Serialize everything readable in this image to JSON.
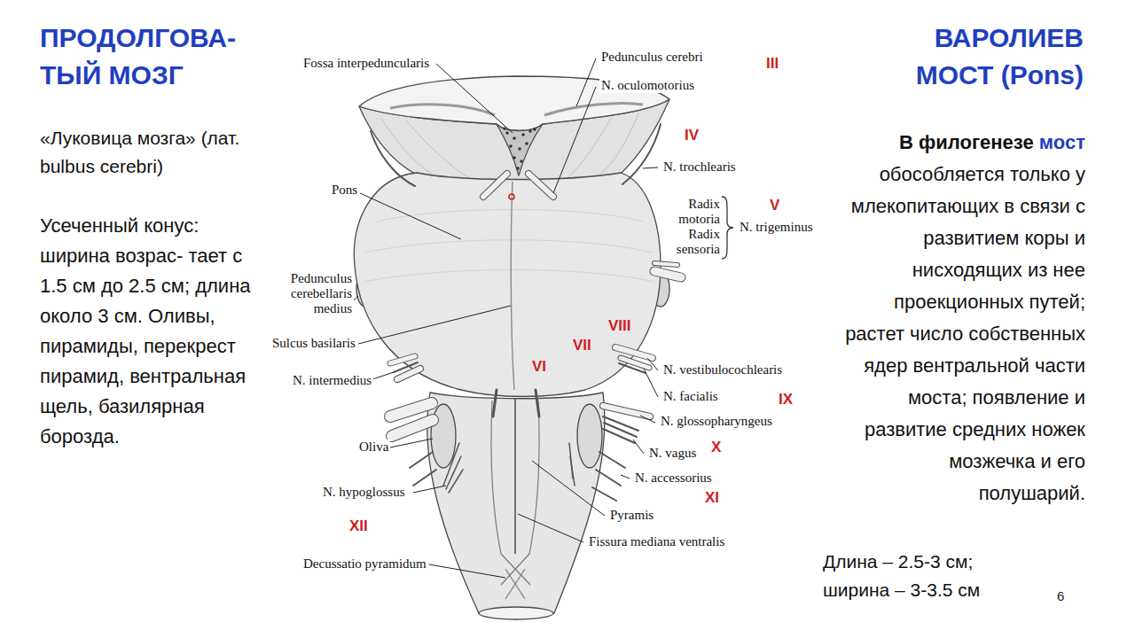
{
  "diagram": {
    "title": "ПРОДОЛГОВА- ТЫЙ МОЗГ",
    "labels": [
      "«Луковица мозга» (лат. bulbus cerebri)",
      "Усеченный конус: ширина возрас- тает с 1.5 см до 2.5 см; длина около 3 см. Оливы, пирамиды, перекрест пирамид, вентральная щель, базилярная борозда.",
      "ВАРОЛИЕВ МОСТ (Pons)",
      "В филогенезе",
      "мост",
      "обособляется только у млекопитающих в связи с развитием коры и нисходящих из нее проекционных путей; растет число собственных ядер вентральной части моста; появление и развитие средних ножек мозжечка и его полушарий.",
      "Длина – 2.5-3 см; ширина – 3-3.5 см",
      "6",
      "Fossa interpeduncularis",
      "Pedunculus cerebri",
      "III",
      "N. oculomotorius",
      "IV",
      "N. trochlearis",
      "Pons",
      "Radix motoria",
      "V",
      "N. trigeminus",
      "Radix sensoria",
      "Pedunculus cerebellaris medius",
      "Sulcus basilaris",
      "VIII",
      "VII",
      "N. intermedius",
      "VI",
      "N. vestibulocochlearis",
      "N. facialis",
      "IX",
      "N. glossopharyngeus",
      "Oliva",
      "X",
      "N. vagus",
      "N. accessorius",
      "XI",
      "N. hypoglossus",
      "Pyramis",
      "XII",
      "Fissura mediana ventralis",
      "Decussatio pyramidum"
    ]
  }
}
